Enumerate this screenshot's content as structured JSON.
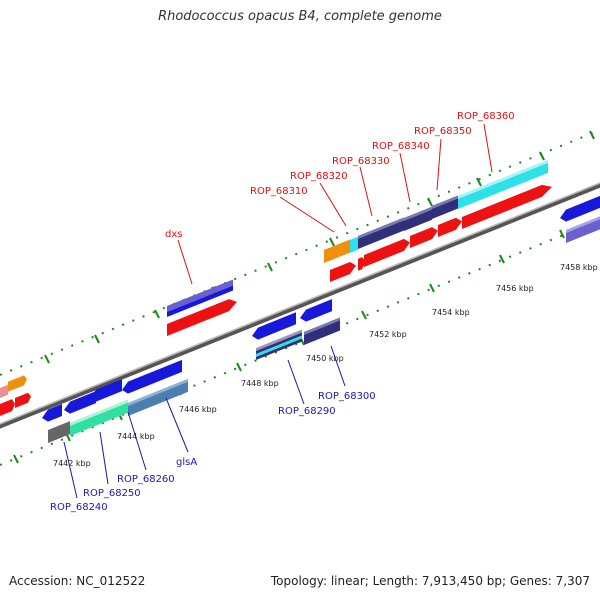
{
  "title": "Rhodococcus opacus B4, complete genome",
  "footer": {
    "accession": "Accession: NC_012522",
    "summary": "Topology: linear; Length: 7,913,450 bp; Genes: 7,307"
  },
  "colors": {
    "red_label": "#dd1111",
    "blue_label": "#1a1aaa",
    "gene_red": "#ee1111",
    "gene_blue": "#1818dd",
    "gene_navy": "#2f2f7a",
    "gene_cyan": "#2ee0e8",
    "gene_orange": "#f0900a",
    "gene_green": "#30e0a0",
    "gene_steel": "#4a7fb0",
    "gene_gray": "#666666",
    "gene_purple": "#6a60d0",
    "tick_green": "#1a8a1a"
  },
  "ticks": [
    {
      "label": "7442 kbp"
    },
    {
      "label": "7444 kbp"
    },
    {
      "label": "7446 kbp"
    },
    {
      "label": "7448 kbp"
    },
    {
      "label": "7450 kbp"
    },
    {
      "label": "7452 kbp"
    },
    {
      "label": "7454 kbp"
    },
    {
      "label": "7456 kbp"
    },
    {
      "label": "7458 kbp"
    }
  ],
  "labels_top": [
    {
      "text": "dxs"
    },
    {
      "text": "ROP_68310"
    },
    {
      "text": "ROP_68320"
    },
    {
      "text": "ROP_68330"
    },
    {
      "text": "ROP_68340"
    },
    {
      "text": "ROP_68350"
    },
    {
      "text": "ROP_68360"
    }
  ],
  "labels_bottom": [
    {
      "text": "ROP_68240"
    },
    {
      "text": "ROP_68250"
    },
    {
      "text": "ROP_68260"
    },
    {
      "text": "glsA"
    },
    {
      "text": "ROP_68290"
    },
    {
      "text": "ROP_68300"
    }
  ]
}
